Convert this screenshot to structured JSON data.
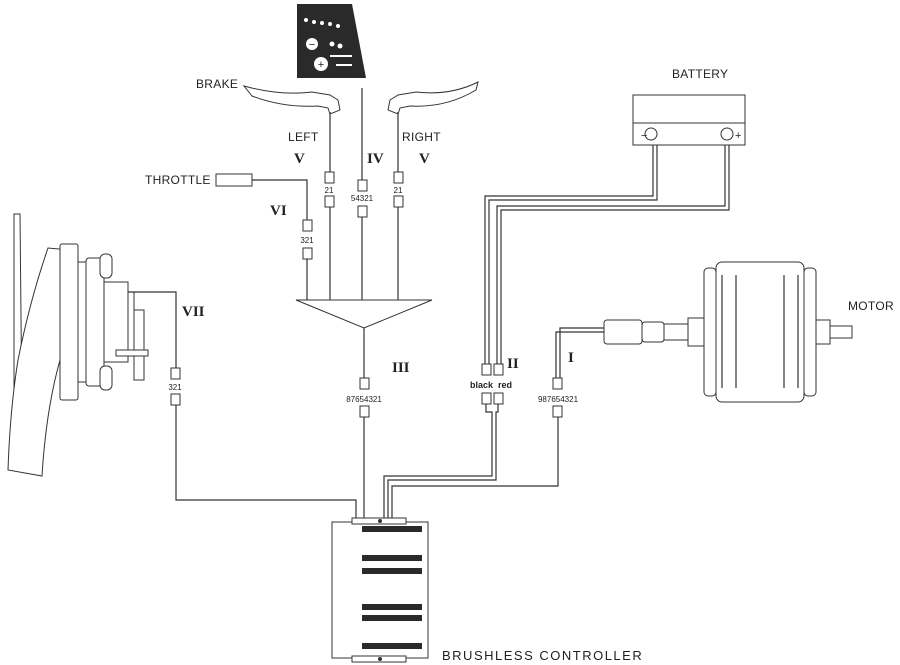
{
  "labels": {
    "brake": "BRAKE",
    "left": "LEFT",
    "right": "RIGHT",
    "throttle": "THROTTLE",
    "battery": "BATTERY",
    "motor": "MOTOR",
    "controller": "BRUSHLESS CONTROLLER"
  },
  "connectors": {
    "I": {
      "roman": "I",
      "pins": "987654321"
    },
    "II": {
      "roman": "II",
      "pins_black": "black",
      "pins_red": "red"
    },
    "III": {
      "roman": "III",
      "pins": "87654321"
    },
    "IV": {
      "roman": "IV",
      "pins": "54321"
    },
    "V_left": {
      "roman": "V",
      "pins": "21"
    },
    "V_right": {
      "roman": "V",
      "pins": "21"
    },
    "VI": {
      "roman": "VI",
      "pins": "321"
    },
    "VII": {
      "roman": "VII",
      "pins": "321"
    }
  },
  "battery_terminals": {
    "neg": "−",
    "pos": "+"
  },
  "display_panel": {
    "minus": "−",
    "plus": "+"
  }
}
